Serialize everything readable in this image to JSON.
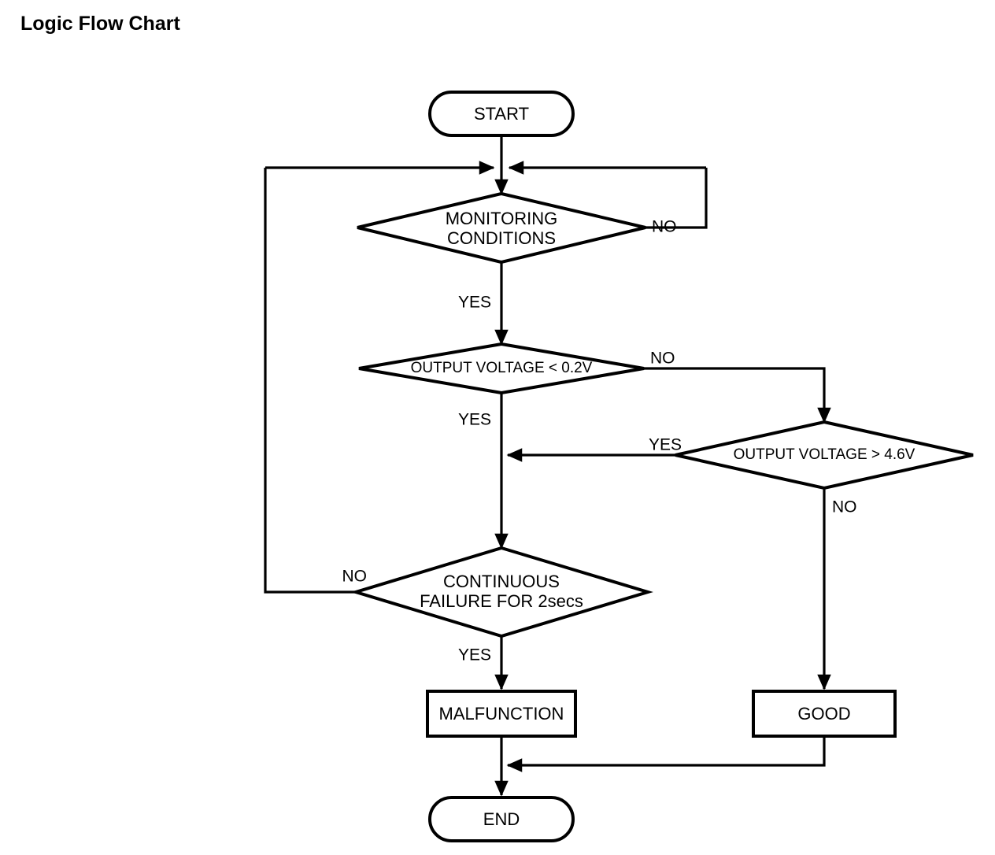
{
  "page": {
    "title": "Logic Flow Chart",
    "background_color": "#ffffff",
    "line_color": "#000000"
  },
  "chart_data": {
    "type": "diagram",
    "diagram_kind": "flowchart",
    "title": "Logic Flow Chart",
    "nodes": [
      {
        "id": "start",
        "shape": "terminator",
        "label": "START"
      },
      {
        "id": "monitoring",
        "shape": "decision",
        "label_line1": "MONITORING",
        "label_line2": "CONDITIONS"
      },
      {
        "id": "volt_low",
        "shape": "decision",
        "label_line1": "OUTPUT VOLTAGE < 0.2V",
        "label_line2": ""
      },
      {
        "id": "volt_high",
        "shape": "decision",
        "label_line1": "OUTPUT VOLTAGE > 4.6V",
        "label_line2": ""
      },
      {
        "id": "cont_failure",
        "shape": "decision",
        "label_line1": "CONTINUOUS",
        "label_line2": "FAILURE FOR 2secs"
      },
      {
        "id": "malfunction",
        "shape": "process",
        "label": "MALFUNCTION"
      },
      {
        "id": "good",
        "shape": "process",
        "label": "GOOD"
      },
      {
        "id": "end",
        "shape": "terminator",
        "label": "END"
      }
    ],
    "edges": [
      {
        "from": "start",
        "to": "monitoring",
        "label": ""
      },
      {
        "from": "monitoring",
        "to": "monitoring",
        "label": "NO"
      },
      {
        "from": "monitoring",
        "to": "volt_low",
        "label": "YES"
      },
      {
        "from": "volt_low",
        "to": "volt_high",
        "label": "NO"
      },
      {
        "from": "volt_low",
        "to": "cont_failure",
        "label": "YES"
      },
      {
        "from": "volt_high",
        "to": "cont_failure",
        "label": "YES"
      },
      {
        "from": "volt_high",
        "to": "good",
        "label": "NO"
      },
      {
        "from": "cont_failure",
        "to": "monitoring",
        "label": "NO"
      },
      {
        "from": "cont_failure",
        "to": "malfunction",
        "label": "YES"
      },
      {
        "from": "malfunction",
        "to": "end",
        "label": ""
      },
      {
        "from": "good",
        "to": "end",
        "label": ""
      }
    ],
    "edge_labels": {
      "monitoring_no": "NO",
      "monitoring_yes": "YES",
      "volt_low_no": "NO",
      "volt_low_yes": "YES",
      "volt_high_yes": "YES",
      "volt_high_no": "NO",
      "cont_failure_no": "NO",
      "cont_failure_yes": "YES"
    }
  },
  "nodes": {
    "start": {
      "label": "START"
    },
    "monitoring": {
      "line1": "MONITORING",
      "line2": "CONDITIONS"
    },
    "volt_low": {
      "label": "OUTPUT VOLTAGE < 0.2V"
    },
    "volt_high": {
      "label": "OUTPUT VOLTAGE > 4.6V"
    },
    "cont_failure": {
      "line1": "CONTINUOUS",
      "line2": "FAILURE FOR 2secs"
    },
    "malfunction": {
      "label": "MALFUNCTION"
    },
    "good": {
      "label": "GOOD"
    },
    "end": {
      "label": "END"
    }
  },
  "labels": {
    "monitoring_no": "NO",
    "monitoring_yes": "YES",
    "volt_low_no": "NO",
    "volt_low_yes": "YES",
    "volt_high_yes": "YES",
    "volt_high_no": "NO",
    "cont_failure_no": "NO",
    "cont_failure_yes": "YES"
  }
}
